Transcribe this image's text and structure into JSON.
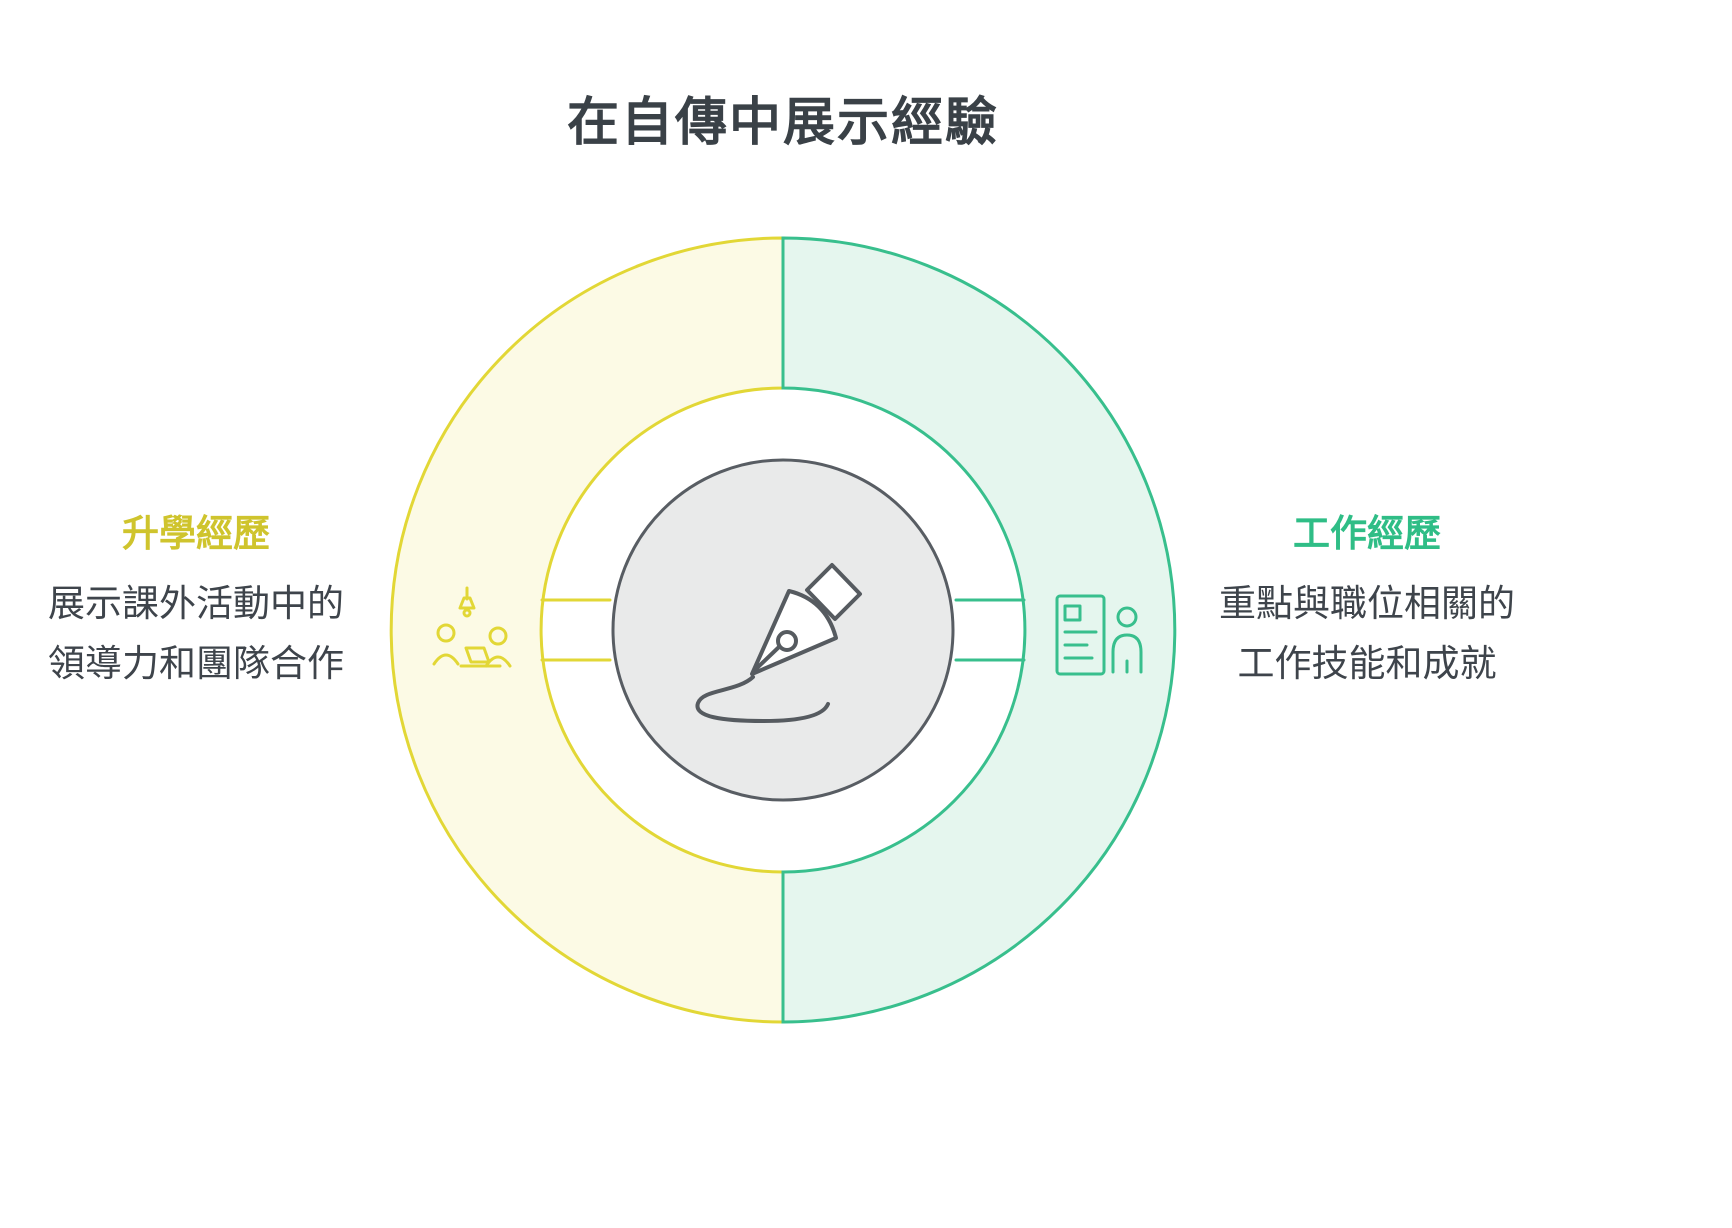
{
  "title": "在自傳中展示經驗",
  "colors": {
    "title_text": "#3a4147",
    "body_text": "#3e444b",
    "background": "#ffffff"
  },
  "center": {
    "icon": "pen-nib-icon",
    "circle_fill": "#e9eaea",
    "circle_stroke": "#585d63",
    "icon_stroke": "#565b60"
  },
  "left_section": {
    "heading": "升學經歷",
    "body": "展示課外活動中的\n領導力和團隊合作",
    "heading_color": "#cfc42d",
    "ring_stroke": "#e2d736",
    "ring_fill": "#fcfae5",
    "icon": "people-collaboration-icon"
  },
  "right_section": {
    "heading": "工作經歷",
    "body": "重點與職位相關的\n工作技能和成就",
    "heading_color": "#2fbd86",
    "ring_stroke": "#38bf8d",
    "ring_fill": "#e5f6ee",
    "icon": "resume-person-icon"
  }
}
